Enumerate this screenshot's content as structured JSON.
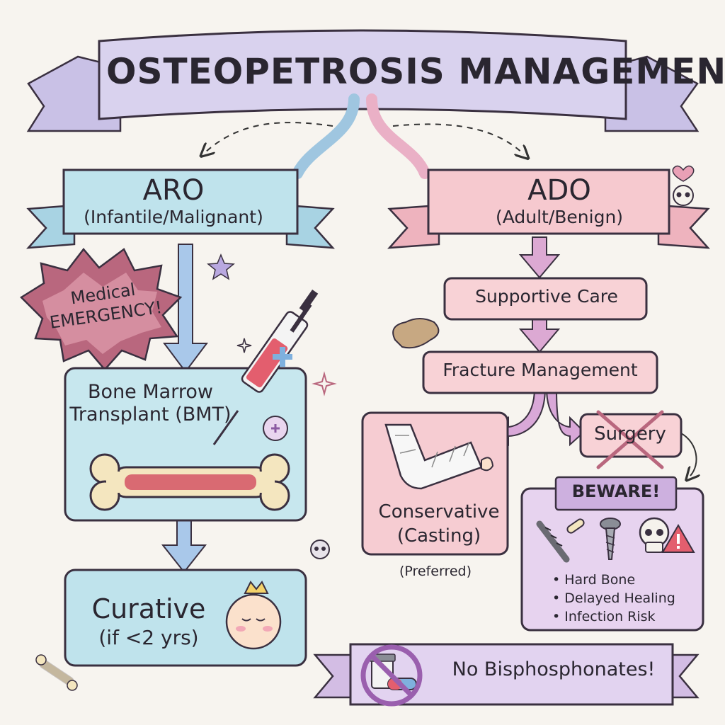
{
  "title": "OSTEOPETROSIS MANAGEMENT",
  "aro": {
    "heading": "ARO",
    "subheading": "(Infantile/Malignant)",
    "emergency": "Medical EMERGENCY!",
    "treatment": "Bone Marrow Transplant (BMT)",
    "outcome": "Curative",
    "outcome_condition": "(if <2 yrs)"
  },
  "ado": {
    "heading": "ADO",
    "subheading": "(Adult/Benign)",
    "supportive": "Supportive Care",
    "fracture": "Fracture Management",
    "surgery": "Surgery",
    "conservative": "Conservative (Casting)",
    "preferred": "(Preferred)",
    "beware": "BEWARE!",
    "risks": [
      "Hard Bone",
      "Delayed Healing",
      "Infection Risk"
    ]
  },
  "warning": "No Bisphosphonates!",
  "colors": {
    "aro": "#bfe3ec",
    "ado": "#f6c9cf",
    "title": "#d9d2ee",
    "beware": "#e7d3ef",
    "emergency": "#b9677e",
    "arrow_blue": "#9fbfe6",
    "arrow_pink": "#e7a8c4",
    "arrow_purple": "#cba6d8"
  }
}
